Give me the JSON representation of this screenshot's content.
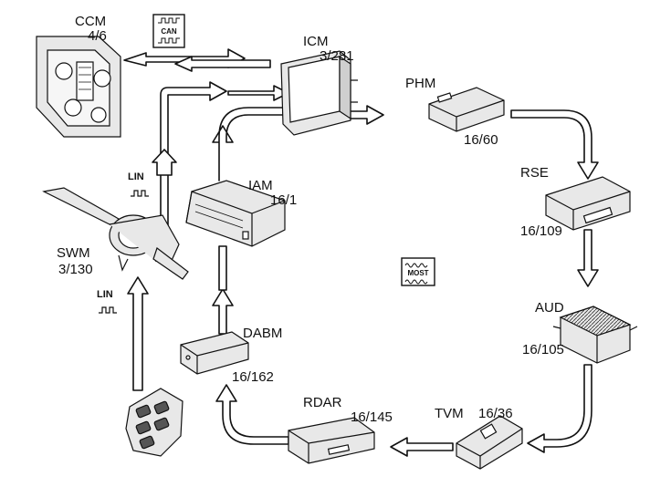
{
  "modules": {
    "ccm": {
      "name": "CCM",
      "code": "4/6"
    },
    "icm": {
      "name": "ICM",
      "code": "3/281"
    },
    "phm": {
      "name": "PHM",
      "code": "16/60"
    },
    "rse": {
      "name": "RSE",
      "code": "16/109"
    },
    "aud": {
      "name": "AUD",
      "code": "16/105"
    },
    "tvm": {
      "name": "TVM",
      "code": "16/36"
    },
    "rdar": {
      "name": "RDAR",
      "code": "16/145"
    },
    "dabm": {
      "name": "DABM",
      "code": "16/162"
    },
    "iam": {
      "name": "IAM",
      "code": "16/1"
    },
    "swm": {
      "name": "SWM",
      "code": "3/130"
    }
  },
  "bus_badges": {
    "can": "CAN",
    "most": "MOST",
    "lin_upper": "LIN",
    "lin_lower": "LIN"
  },
  "colors": {
    "line": "#111111",
    "background": "#ffffff",
    "module_fill": "#e8e8e8"
  }
}
